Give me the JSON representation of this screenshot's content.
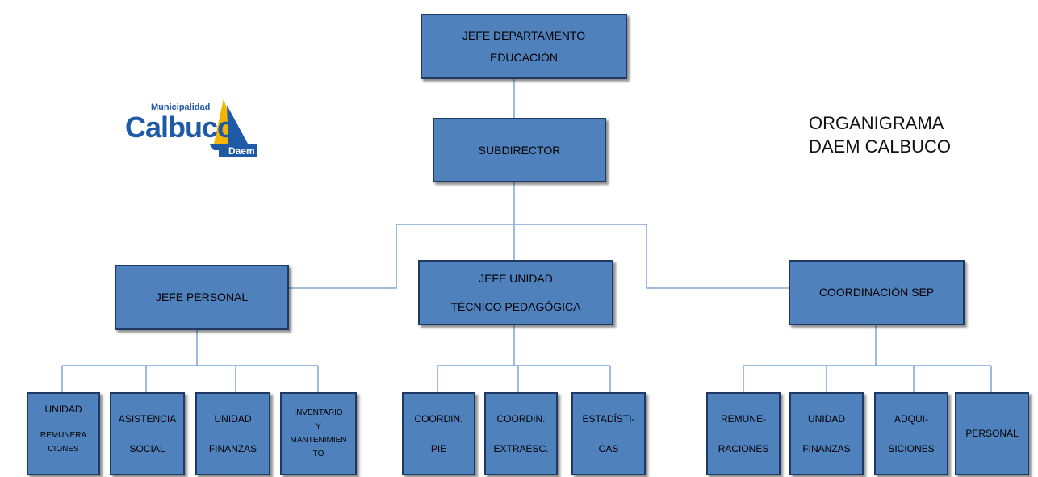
{
  "title": {
    "line1": "ORGANIGRAMA",
    "line2": "DAEM CALBUCO"
  },
  "logo": {
    "small_text": "Municipalidad",
    "main_text": "Calbuco",
    "sub_text": "Daem",
    "colors": {
      "blue": "#1f5aa6",
      "yellow": "#f5b400",
      "dark": "#222"
    }
  },
  "nodes": {
    "jefe_departamento": {
      "lines": [
        "JEFE DEPARTAMENTO",
        "EDUCACIÓN"
      ]
    },
    "subdirector": {
      "lines": [
        "SUBDIRECTOR"
      ]
    },
    "jefe_personal": {
      "lines": [
        "JEFE PERSONAL"
      ]
    },
    "jefe_unidad": {
      "lines": [
        "JEFE UNIDAD",
        "TÉCNICO PEDAGÓGICA"
      ]
    },
    "coordinacion_sep": {
      "lines": [
        "COORDINACIÓN SEP"
      ]
    },
    "unidad_remuneraciones": {
      "lines": [
        "UNIDAD",
        "REMUNERA",
        "CIONES"
      ]
    },
    "asistencia_social": {
      "lines": [
        "ASISTENCIA",
        "SOCIAL"
      ]
    },
    "unidad_finanzas_1": {
      "lines": [
        "UNIDAD",
        "FINANZAS"
      ]
    },
    "inventario": {
      "lines": [
        "INVENTARIO",
        "Y",
        "MANTENIMIEN",
        "TO"
      ]
    },
    "coordin_pie": {
      "lines": [
        "COORDIN.",
        "PIE"
      ]
    },
    "coordin_extraesc": {
      "lines": [
        "COORDIN.",
        "EXTRAESC."
      ]
    },
    "estadisticas": {
      "lines": [
        "ESTADÍSTI-",
        "CAS"
      ]
    },
    "remuneraciones": {
      "lines": [
        "REMUNE-",
        "RACIONES"
      ]
    },
    "unidad_finanzas_2": {
      "lines": [
        "UNIDAD",
        "FINANZAS"
      ]
    },
    "adquisiciones": {
      "lines": [
        "ADQUI-",
        "SICIONES"
      ]
    },
    "personal": {
      "lines": [
        "PERSONAL"
      ]
    }
  },
  "colors": {
    "box_fill": "#4f81bd",
    "box_border": "#1f3864",
    "connector": "#7fa6d6"
  }
}
